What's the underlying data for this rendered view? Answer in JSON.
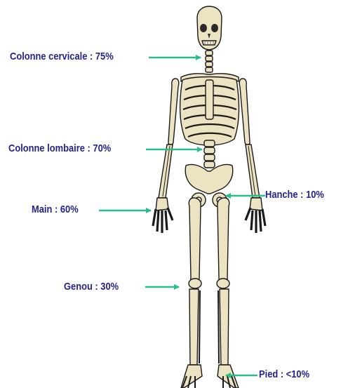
{
  "colors": {
    "label_text": "#24248c",
    "arrow": "#2bbc8e",
    "bone_fill": "#ece3c2",
    "bone_outline": "#1a1a1a"
  },
  "labels": {
    "cervical": "Colonne cervicale : 75%",
    "lombaire": "Colonne lombaire : 70%",
    "main": "Main  : 60%",
    "genou": "Genou  : 30%",
    "hanche": "Hanche  : 10%",
    "pied": "Pied  : <10%"
  }
}
